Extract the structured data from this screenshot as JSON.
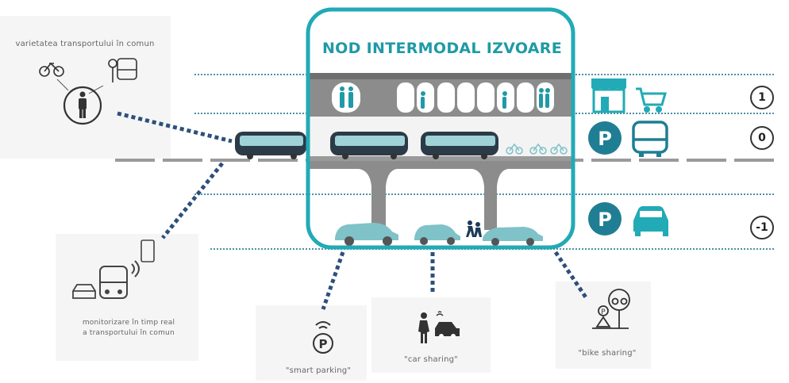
{
  "hub": {
    "title": "NOD INTERMODAL IZVOARE"
  },
  "levels": [
    {
      "label": "1"
    },
    {
      "label": "0"
    },
    {
      "label": "-1"
    }
  ],
  "captions": {
    "transport_variety": "varietatea transportului în comun",
    "monitoring_line1": "monitorizare în timp real",
    "monitoring_line2": "a transportului în comun",
    "smart_parking": "\"smart parking\"",
    "car_sharing": "\"car sharing\"",
    "bike_sharing": "\"bike sharing\""
  },
  "colors": {
    "teal": "#1f9aa6",
    "teal_light": "#7fc2c8",
    "navy": "#1d3b57",
    "gray_structure": "#8c8c8c",
    "dark_bus": "#2b3b47"
  },
  "icons": {
    "shop": "shop-icon",
    "cart": "shopping-cart-icon",
    "parking": "parking-icon",
    "bus": "bus-icon",
    "car": "car-icon",
    "pedestrian": "pedestrian-icon",
    "bicycle": "bicycle-icon",
    "bus_stop": "bus-stop-icon",
    "phone": "phone-icon",
    "smart_parking": "smart-parking-icon",
    "car_sharing": "car-sharing-icon",
    "bike_sharing": "bike-sharing-icon"
  }
}
